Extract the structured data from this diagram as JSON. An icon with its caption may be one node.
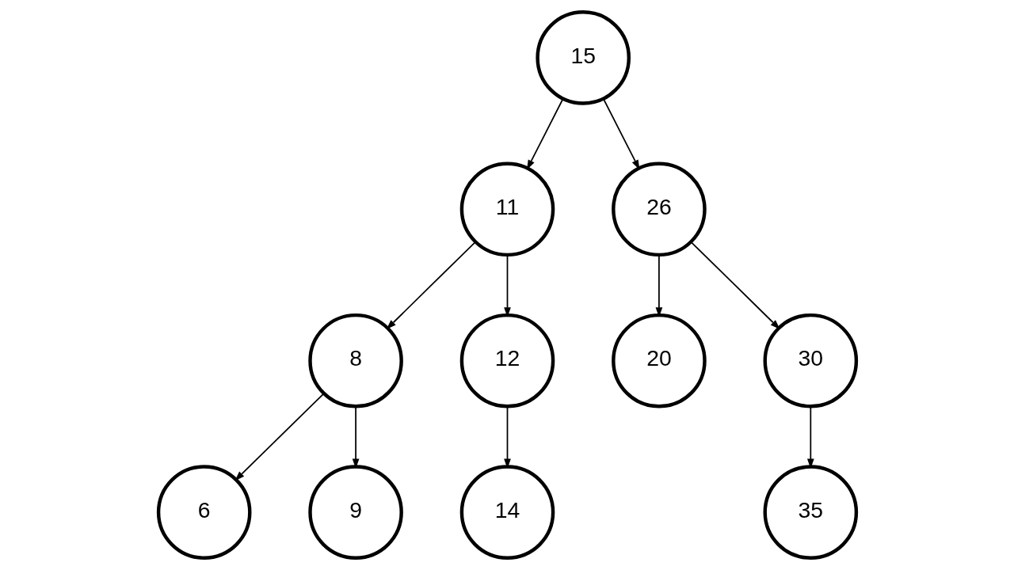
{
  "diagram": {
    "nodes": [
      {
        "text": [
          "15"
        ]
      },
      {
        "text": [
          "11"
        ]
      },
      {
        "text": [
          "26"
        ]
      },
      {
        "text": [
          "8"
        ]
      },
      {
        "text": [
          "12"
        ]
      },
      {
        "text": [
          "20"
        ]
      },
      {
        "text": [
          "30"
        ]
      },
      {
        "text": [
          "6"
        ]
      },
      {
        "text": [
          "9"
        ]
      },
      {
        "text": [
          "14"
        ]
      },
      {
        "text": [
          "35"
        ]
      }
    ],
    "edges": [
      {
        "from": 0,
        "to": 1,
        "arrow": "to"
      },
      {
        "from": 0,
        "to": 2,
        "arrow": "to"
      },
      {
        "from": 1,
        "to": 3,
        "arrow": "to"
      },
      {
        "from": 1,
        "to": 4,
        "arrow": "to"
      },
      {
        "from": 2,
        "to": 5,
        "arrow": "to"
      },
      {
        "from": 2,
        "to": 6,
        "arrow": "to"
      },
      {
        "from": 3,
        "to": 7,
        "arrow": "to"
      },
      {
        "from": 3,
        "to": 8,
        "arrow": "to"
      },
      {
        "from": 4,
        "to": 9,
        "arrow": "to"
      },
      {
        "from": 6,
        "to": 10,
        "arrow": "to"
      }
    ]
  }
}
